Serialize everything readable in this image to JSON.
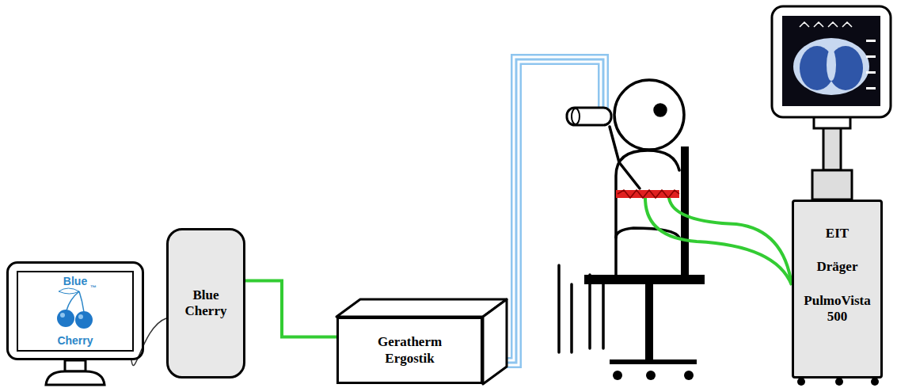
{
  "diagram": {
    "nodes": [
      {
        "text": [
          "Blue",
          "Cherry"
        ]
      },
      {
        "text": [
          "Blue Cherry"
        ]
      },
      {
        "text": [
          "Geratherm Ergostik"
        ]
      },
      {
        "text": [
          "EIT",
          "Dräger",
          "PulmoVista 500"
        ]
      }
    ],
    "edges": [
      {
        "from": 0,
        "to": 1,
        "arrow": "none"
      },
      {
        "from": 1,
        "to": 2,
        "arrow": "none"
      }
    ],
    "labels": [
      "™"
    ]
  }
}
